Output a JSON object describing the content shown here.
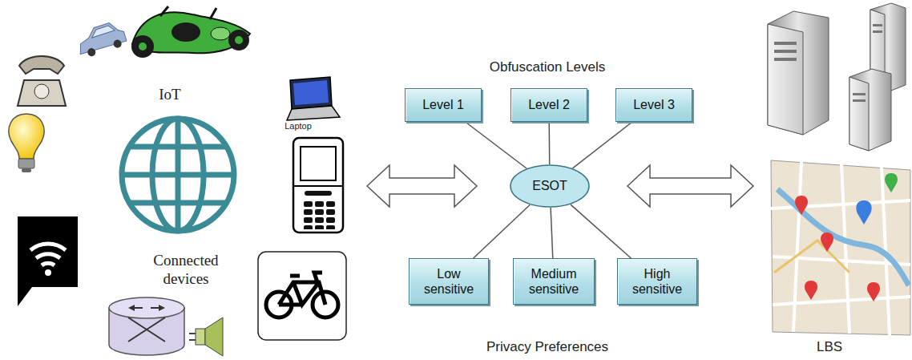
{
  "diagram": {
    "nodes": [
      {
        "text": [
          "Level 1"
        ]
      },
      {
        "text": [
          "Level 2"
        ]
      },
      {
        "text": [
          "Level 3"
        ]
      },
      {
        "text": [
          "ESOT"
        ]
      },
      {
        "text": [
          "Low sensitive"
        ]
      },
      {
        "text": [
          "Medium sensitive"
        ]
      },
      {
        "text": [
          "High sensitive"
        ]
      }
    ],
    "edges": [
      {
        "from": 3,
        "to": 0,
        "arrow": "none"
      },
      {
        "from": 3,
        "to": 1,
        "arrow": "none"
      },
      {
        "from": 3,
        "to": 2,
        "arrow": "none"
      },
      {
        "from": 3,
        "to": 4,
        "arrow": "none"
      },
      {
        "from": 3,
        "to": 5,
        "arrow": "none"
      },
      {
        "from": 3,
        "to": 6,
        "arrow": "none"
      }
    ],
    "labels": [
      "Obfuscation Levels",
      "Privacy Preferences",
      "LBS",
      "IoT",
      "Connected devices",
      "Laptop"
    ]
  }
}
